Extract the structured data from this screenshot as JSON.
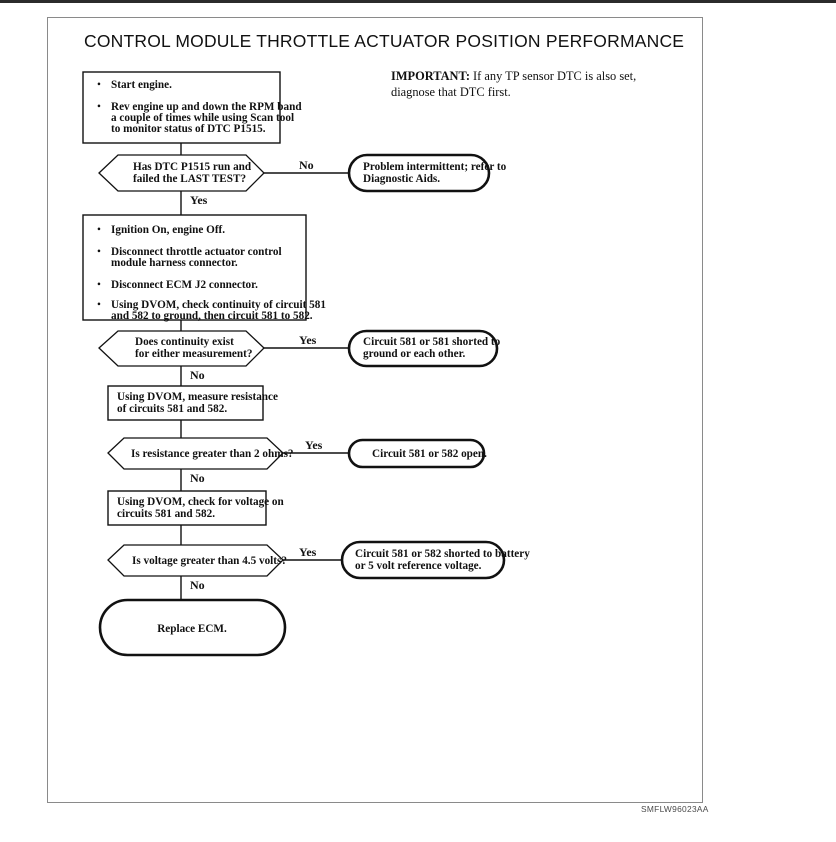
{
  "page": {
    "title": "CONTROL MODULE THROTTLE ACTUATOR POSITION PERFORMANCE",
    "footer_code": "SMFLW96023AA",
    "important_lead": "IMPORTANT:",
    "important_text": " If any TP sensor DTC is also set, diagnose that DTC first."
  },
  "colors": {
    "ink": "#111111",
    "frame": "#8a8a8a",
    "paper": "#ffffff"
  },
  "branches": {
    "yes": "Yes",
    "no": "No"
  },
  "nodes": {
    "step1": {
      "type": "process",
      "bullets": [
        [
          "Start engine."
        ],
        [
          "Rev engine up and down the RPM band",
          "a couple of times while using Scan tool",
          "to monitor status of DTC P1515."
        ]
      ]
    },
    "decision1": {
      "type": "decision",
      "lines": [
        "Has DTC P1515 run and",
        "failed the LAST TEST?"
      ],
      "branch_out": "No",
      "branch_down": "Yes"
    },
    "result1": {
      "type": "terminal",
      "lines": [
        "Problem intermittent; refer to",
        "Diagnostic Aids."
      ]
    },
    "step2": {
      "type": "process",
      "bullets": [
        [
          "Ignition On, engine Off."
        ],
        [
          "Disconnect throttle actuator control",
          "module harness connector."
        ],
        [
          "Disconnect ECM J2 connector."
        ],
        [
          "Using DVOM, check continuity of circuit 581",
          "and 582 to ground, then circuit 581 to 582."
        ]
      ]
    },
    "decision2": {
      "type": "decision",
      "lines": [
        "Does continuity exist",
        "for either measurement?"
      ],
      "branch_out": "Yes",
      "branch_down": "No"
    },
    "result2": {
      "type": "terminal",
      "lines": [
        "Circuit 581 or 581 shorted to",
        "ground or each other."
      ]
    },
    "step3": {
      "type": "process",
      "lines": [
        "Using DVOM, measure resistance",
        "of circuits 581 and 582."
      ]
    },
    "decision3": {
      "type": "decision",
      "lines": [
        "Is resistance greater than 2 ohms?"
      ],
      "branch_out": "Yes",
      "branch_down": "No"
    },
    "result3": {
      "type": "terminal",
      "lines": [
        "Circuit 581 or 582 open."
      ]
    },
    "step4": {
      "type": "process",
      "lines": [
        "Using DVOM, check for voltage on",
        "circuits 581 and 582."
      ]
    },
    "decision4": {
      "type": "decision",
      "lines": [
        "Is voltage greater than 4.5 volts?"
      ],
      "branch_out": "Yes",
      "branch_down": "No"
    },
    "result4": {
      "type": "terminal",
      "lines": [
        "Circuit 581 or 582 shorted to battery",
        "or 5 volt reference voltage."
      ]
    },
    "final": {
      "type": "terminal",
      "lines": [
        "Replace ECM."
      ]
    }
  }
}
